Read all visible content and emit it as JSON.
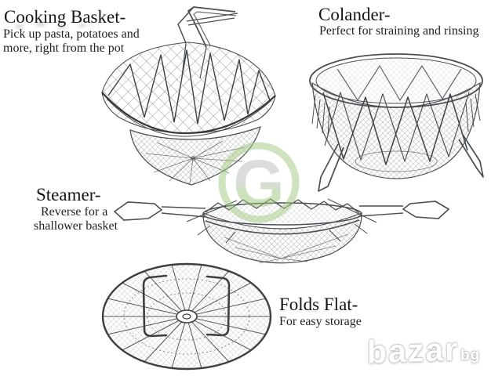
{
  "page": {
    "background_color": "#ffffff",
    "ink_color": "#43474a"
  },
  "sections": {
    "cooking_basket": {
      "title": "Cooking Basket-",
      "desc_line1": "Pick up pasta, potatoes and",
      "desc_line2": "more, right from the pot"
    },
    "colander": {
      "title": "Colander-",
      "desc": "Perfect for straining and rinsing"
    },
    "steamer": {
      "title": "Steamer-",
      "desc_line1": "Reverse for a",
      "desc_line2": "shallower basket"
    },
    "folds_flat": {
      "title": "Folds Flat-",
      "desc": "For easy storage"
    }
  },
  "watermarks": {
    "site_logo": {
      "text": "bazar",
      "suffix": "bg",
      "color": "#ffffff"
    },
    "g_logo": {
      "letter": "G",
      "ring_color": "#a3c981",
      "letter_top_color": "#b6bcba",
      "letter_bottom_color": "#9cc47a"
    }
  }
}
